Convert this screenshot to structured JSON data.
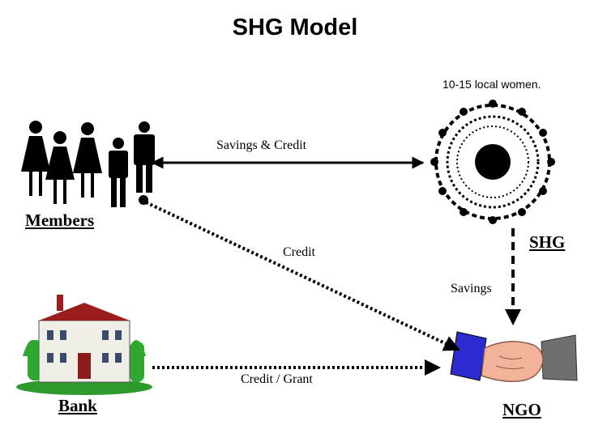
{
  "title": "SHG Model",
  "note": "10-15 local women.",
  "nodes": {
    "members": "Members",
    "shg": "SHG",
    "bank": "Bank",
    "ngo": "NGO"
  },
  "edges": {
    "savings_credit": "Savings & Credit",
    "credit": "Credit",
    "savings": "Savings",
    "credit_grant": "Credit / Grant"
  }
}
